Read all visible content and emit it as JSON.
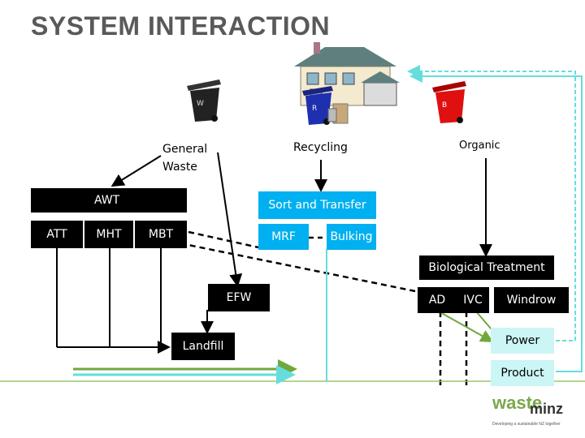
{
  "title": "SYSTEM INTERACTION",
  "sources": {
    "general_waste": "General\nWaste",
    "recycling": "Recycling",
    "organic": "Organic"
  },
  "awt": {
    "header": "AWT",
    "items": [
      "ATT",
      "MHT",
      "MBT"
    ]
  },
  "sort_transfer": {
    "header": "Sort and Transfer",
    "items": [
      "MRF",
      "Bulking"
    ]
  },
  "biological": {
    "header": "Biological Treatment",
    "items": [
      "AD",
      "IVC",
      "Windrow"
    ]
  },
  "efw": "EFW",
  "landfill": "Landfill",
  "power": "Power",
  "product": "Product",
  "logo": {
    "text": "wasteminz",
    "tagline": "Developing a sustainable NZ together"
  },
  "colors": {
    "cyan_box": "#00b0f0",
    "pale_cyan": "#ccf5f5",
    "green": "#70a83c",
    "flow_cyan": "#66dddd",
    "title_gray": "#595959"
  },
  "icons": [
    "house-icon",
    "black-bin-icon",
    "blue-bin-icon",
    "red-bin-icon"
  ]
}
